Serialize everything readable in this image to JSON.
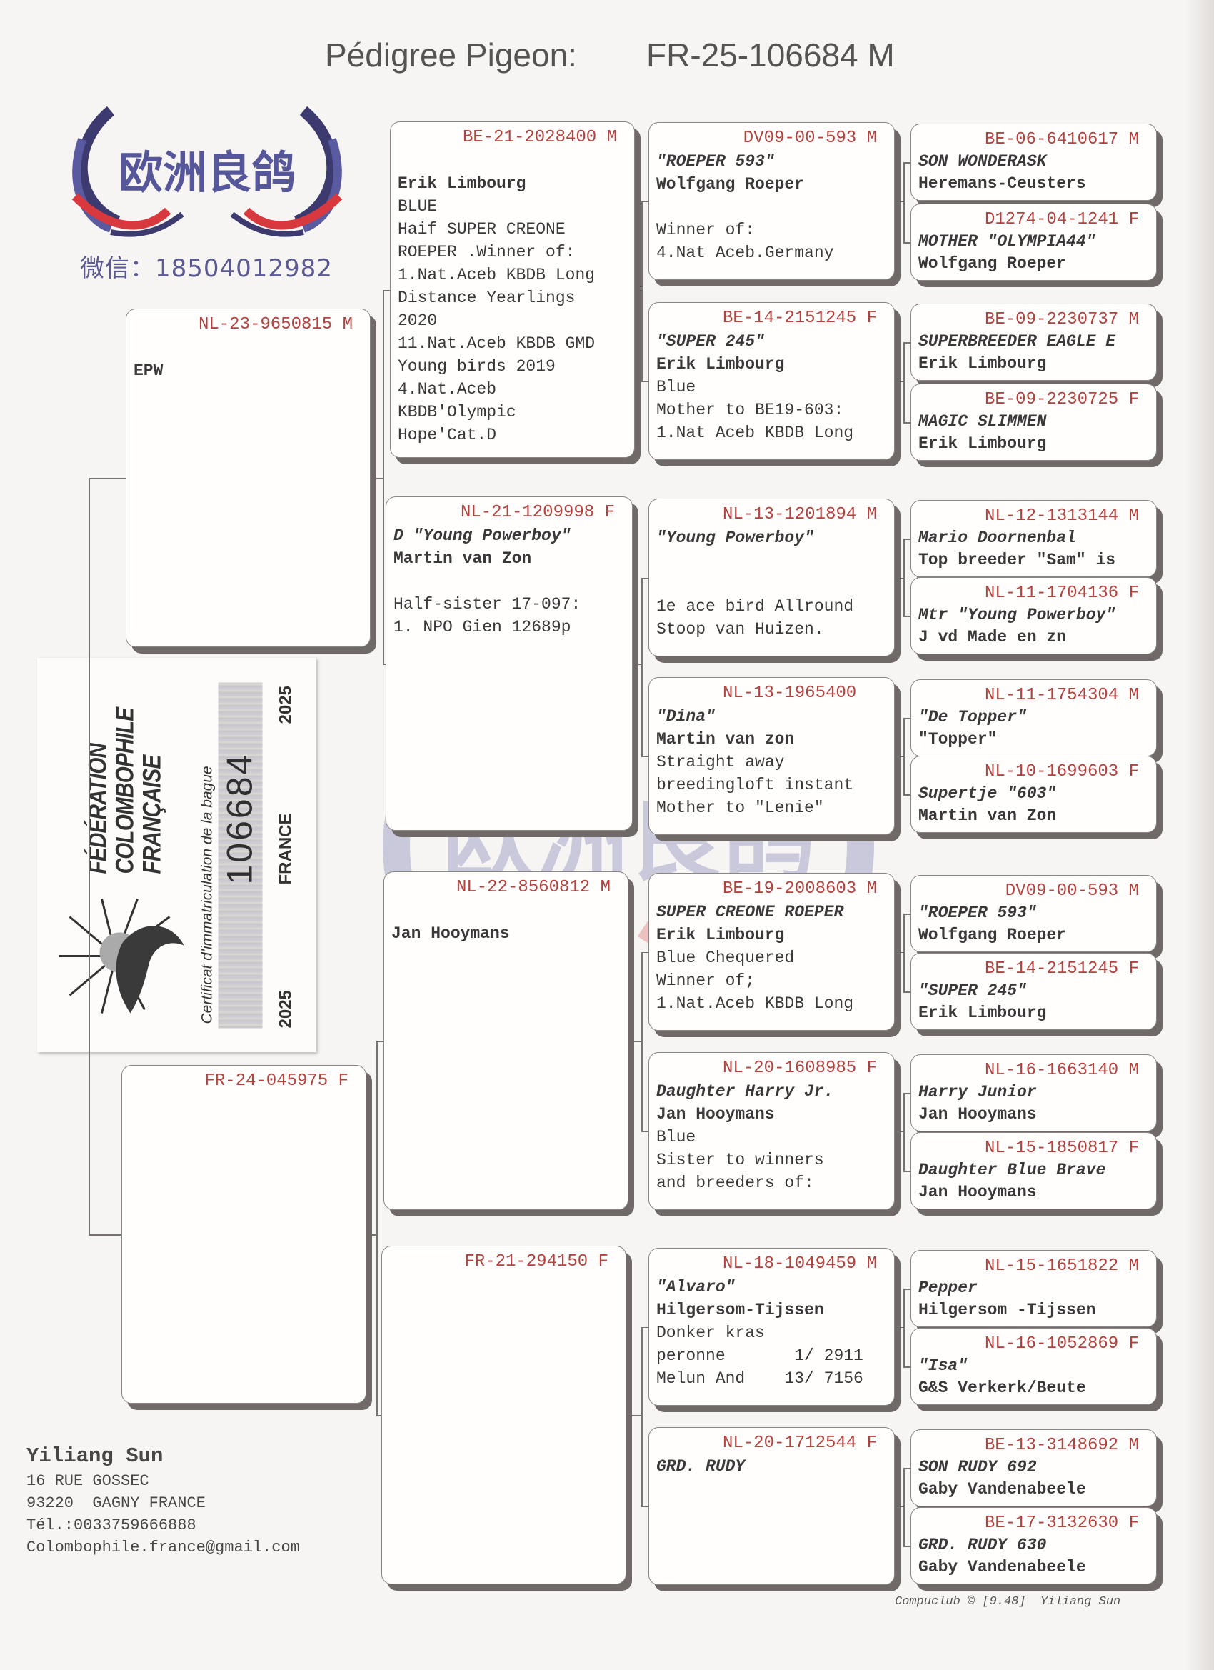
{
  "header": {
    "title_label": "Pédigree Pigeon:",
    "ring": "FR-25-106684 M"
  },
  "logo": {
    "brand_cn": "欧洲良鸽",
    "wechat": "微信：18504012982",
    "colors": {
      "navy": "#3c3a6e",
      "blue": "#5a5aa0",
      "red": "#d8393f"
    }
  },
  "certificate": {
    "federation_lines": [
      "FÉDÉRATION",
      "COLOMBOPHILE",
      "FRANÇAISE"
    ],
    "subtitle": "Certificat d'immatriculation de la bague",
    "number": "106684",
    "country": "FRANCE",
    "year_left": "2025",
    "year_right": "2025"
  },
  "pedigree": {
    "parents": [
      {
        "ring": "NL-23-9650815 M",
        "lines": [
          {
            "text": "",
            "role": "note"
          },
          {
            "text": "EPW",
            "role": "breeder"
          }
        ]
      },
      {
        "ring": "FR-24-045975 F",
        "lines": []
      }
    ],
    "grandparents": [
      {
        "ring": "BE-21-2028400 M",
        "lines": [
          {
            "text": "",
            "role": "note"
          },
          {
            "text": "Erik Limbourg",
            "role": "breeder"
          },
          {
            "text": "BLUE",
            "role": "note"
          },
          {
            "text": "Haif SUPER CREONE",
            "role": "note"
          },
          {
            "text": "ROEPER .Winner of:",
            "role": "note"
          },
          {
            "text": "1.Nat.Aceb KBDB Long",
            "role": "note"
          },
          {
            "text": "Distance Yearlings",
            "role": "note"
          },
          {
            "text": "2020",
            "role": "note"
          },
          {
            "text": "11.Nat.Aceb KBDB GMD",
            "role": "note"
          },
          {
            "text": "Young birds 2019",
            "role": "note"
          },
          {
            "text": "4.Nat.Aceb",
            "role": "note"
          },
          {
            "text": "KBDB'Olympic",
            "role": "note"
          },
          {
            "text": "Hope'Cat.D",
            "role": "note"
          }
        ]
      },
      {
        "ring": "NL-21-1209998 F",
        "lines": [
          {
            "text": "D \"Young Powerboy\"",
            "role": "name"
          },
          {
            "text": "Martin van Zon",
            "role": "breeder"
          },
          {
            "text": "",
            "role": "note"
          },
          {
            "text": "Half-sister 17-097:",
            "role": "note"
          },
          {
            "text": "1. NPO Gien 12689p",
            "role": "note"
          }
        ]
      },
      {
        "ring": "NL-22-8560812 M",
        "lines": [
          {
            "text": "",
            "role": "note"
          },
          {
            "text": "Jan Hooymans",
            "role": "breeder"
          }
        ]
      },
      {
        "ring": "FR-21-294150 F",
        "lines": []
      }
    ],
    "great_grandparents": [
      {
        "ring": "DV09-00-593 M",
        "lines": [
          {
            "text": "\"ROEPER 593\"",
            "role": "name"
          },
          {
            "text": "Wolfgang Roeper",
            "role": "breeder"
          },
          {
            "text": "",
            "role": "note"
          },
          {
            "text": "Winner of:",
            "role": "note"
          },
          {
            "text": "4.Nat Aceb.Germany",
            "role": "note"
          }
        ]
      },
      {
        "ring": "BE-14-2151245 F",
        "lines": [
          {
            "text": "\"SUPER 245\"",
            "role": "name"
          },
          {
            "text": "Erik Limbourg",
            "role": "breeder"
          },
          {
            "text": "Blue",
            "role": "note"
          },
          {
            "text": "Mother to BE19-603:",
            "role": "note"
          },
          {
            "text": "1.Nat Aceb KBDB Long",
            "role": "note"
          }
        ]
      },
      {
        "ring": "NL-13-1201894 M",
        "lines": [
          {
            "text": "\"Young Powerboy\"",
            "role": "name"
          },
          {
            "text": "",
            "role": "note"
          },
          {
            "text": "",
            "role": "note"
          },
          {
            "text": "1e ace bird Allround",
            "role": "note"
          },
          {
            "text": "Stoop van Huizen.",
            "role": "note"
          }
        ]
      },
      {
        "ring": "NL-13-1965400  ",
        "lines": [
          {
            "text": "\"Dina\"",
            "role": "name"
          },
          {
            "text": "Martin van zon",
            "role": "breeder"
          },
          {
            "text": "Straight away",
            "role": "note"
          },
          {
            "text": "breedingloft instant",
            "role": "note"
          },
          {
            "text": "Mother to \"Lenie\"",
            "role": "note"
          }
        ]
      },
      {
        "ring": "BE-19-2008603 M",
        "lines": [
          {
            "text": "SUPER CREONE ROEPER",
            "role": "name"
          },
          {
            "text": "Erik Limbourg",
            "role": "breeder"
          },
          {
            "text": "Blue Chequered",
            "role": "note"
          },
          {
            "text": "Winner of;",
            "role": "note"
          },
          {
            "text": "1.Nat.Aceb KBDB Long",
            "role": "note"
          }
        ]
      },
      {
        "ring": "NL-20-1608985 F",
        "lines": [
          {
            "text": "Daughter Harry Jr.",
            "role": "name"
          },
          {
            "text": "Jan Hooymans",
            "role": "breeder"
          },
          {
            "text": "Blue",
            "role": "note"
          },
          {
            "text": "Sister to winners",
            "role": "note"
          },
          {
            "text": "and breeders of:",
            "role": "note"
          }
        ]
      },
      {
        "ring": "NL-18-1049459 M",
        "lines": [
          {
            "text": "\"Alvaro\"",
            "role": "name"
          },
          {
            "text": "Hilgersom-Tijssen",
            "role": "breeder"
          },
          {
            "text": "Donker kras",
            "role": "note"
          },
          {
            "text": "peronne       1/ 2911",
            "role": "note"
          },
          {
            "text": "Melun And    13/ 7156",
            "role": "note"
          }
        ]
      },
      {
        "ring": "NL-20-1712544 F",
        "lines": [
          {
            "text": "GRD. RUDY",
            "role": "name"
          }
        ]
      }
    ],
    "great_great_grandparents": [
      {
        "ring": "BE-06-6410617 M",
        "lines": [
          {
            "text": "SON WONDERASK",
            "role": "name"
          },
          {
            "text": "Heremans-Ceusters",
            "role": "breeder"
          }
        ]
      },
      {
        "ring": "D1274-04-1241 F",
        "lines": [
          {
            "text": "MOTHER \"OLYMPIA44\"",
            "role": "name"
          },
          {
            "text": "Wolfgang Roeper",
            "role": "breeder"
          }
        ]
      },
      {
        "ring": "BE-09-2230737 M",
        "lines": [
          {
            "text": "SUPERBREEDER EAGLE E",
            "role": "name"
          },
          {
            "text": "Erik Limbourg",
            "role": "breeder"
          }
        ]
      },
      {
        "ring": "BE-09-2230725 F",
        "lines": [
          {
            "text": "MAGIC SLIMMEN",
            "role": "name"
          },
          {
            "text": "Erik Limbourg",
            "role": "breeder"
          }
        ]
      },
      {
        "ring": "NL-12-1313144 M",
        "lines": [
          {
            "text": "Mario Doornenbal",
            "role": "name"
          },
          {
            "text": "Top breeder \"Sam\" is",
            "role": "breeder"
          }
        ]
      },
      {
        "ring": "NL-11-1704136 F",
        "lines": [
          {
            "text": "Mtr \"Young Powerboy\"",
            "role": "name"
          },
          {
            "text": "J vd Made en zn",
            "role": "breeder"
          }
        ]
      },
      {
        "ring": "NL-11-1754304 M",
        "lines": [
          {
            "text": "\"De Topper\"",
            "role": "name"
          },
          {
            "text": "\"Topper\"",
            "role": "breeder"
          }
        ]
      },
      {
        "ring": "NL-10-1699603 F",
        "lines": [
          {
            "text": "Supertje \"603\"",
            "role": "name"
          },
          {
            "text": "Martin van Zon",
            "role": "breeder"
          }
        ]
      },
      {
        "ring": "DV09-00-593 M",
        "lines": [
          {
            "text": "\"ROEPER 593\"",
            "role": "name"
          },
          {
            "text": "Wolfgang Roeper",
            "role": "breeder"
          }
        ]
      },
      {
        "ring": "BE-14-2151245 F",
        "lines": [
          {
            "text": "\"SUPER 245\"",
            "role": "name"
          },
          {
            "text": "Erik Limbourg",
            "role": "breeder"
          }
        ]
      },
      {
        "ring": "NL-16-1663140 M",
        "lines": [
          {
            "text": "Harry Junior",
            "role": "name"
          },
          {
            "text": "Jan Hooymans",
            "role": "breeder"
          }
        ]
      },
      {
        "ring": "NL-15-1850817 F",
        "lines": [
          {
            "text": "Daughter Blue Brave",
            "role": "name"
          },
          {
            "text": "Jan Hooymans",
            "role": "breeder"
          }
        ]
      },
      {
        "ring": "NL-15-1651822 M",
        "lines": [
          {
            "text": "Pepper",
            "role": "name"
          },
          {
            "text": "Hilgersom -Tijssen",
            "role": "breeder"
          }
        ]
      },
      {
        "ring": "NL-16-1052869 F",
        "lines": [
          {
            "text": "\"Isa\"",
            "role": "name"
          },
          {
            "text": "G&S Verkerk/Beute",
            "role": "breeder"
          }
        ]
      },
      {
        "ring": "BE-13-3148692 M",
        "lines": [
          {
            "text": "SON RUDY 692",
            "role": "name"
          },
          {
            "text": "Gaby Vandenabeele",
            "role": "breeder"
          }
        ]
      },
      {
        "ring": "BE-17-3132630 F",
        "lines": [
          {
            "text": "GRD. RUDY 630",
            "role": "name"
          },
          {
            "text": "Gaby Vandenabeele",
            "role": "breeder"
          }
        ]
      }
    ]
  },
  "owner": {
    "name": "Yiliang Sun",
    "address_line1": "16 RUE GOSSEC",
    "address_line2": "93220  GAGNY FRANCE",
    "phone": "Tél.:0033759666888",
    "email": "Colombophile.france@gmail.com"
  },
  "footer": {
    "credit": "Compuclub © [9.48]  Yiliang Sun"
  }
}
